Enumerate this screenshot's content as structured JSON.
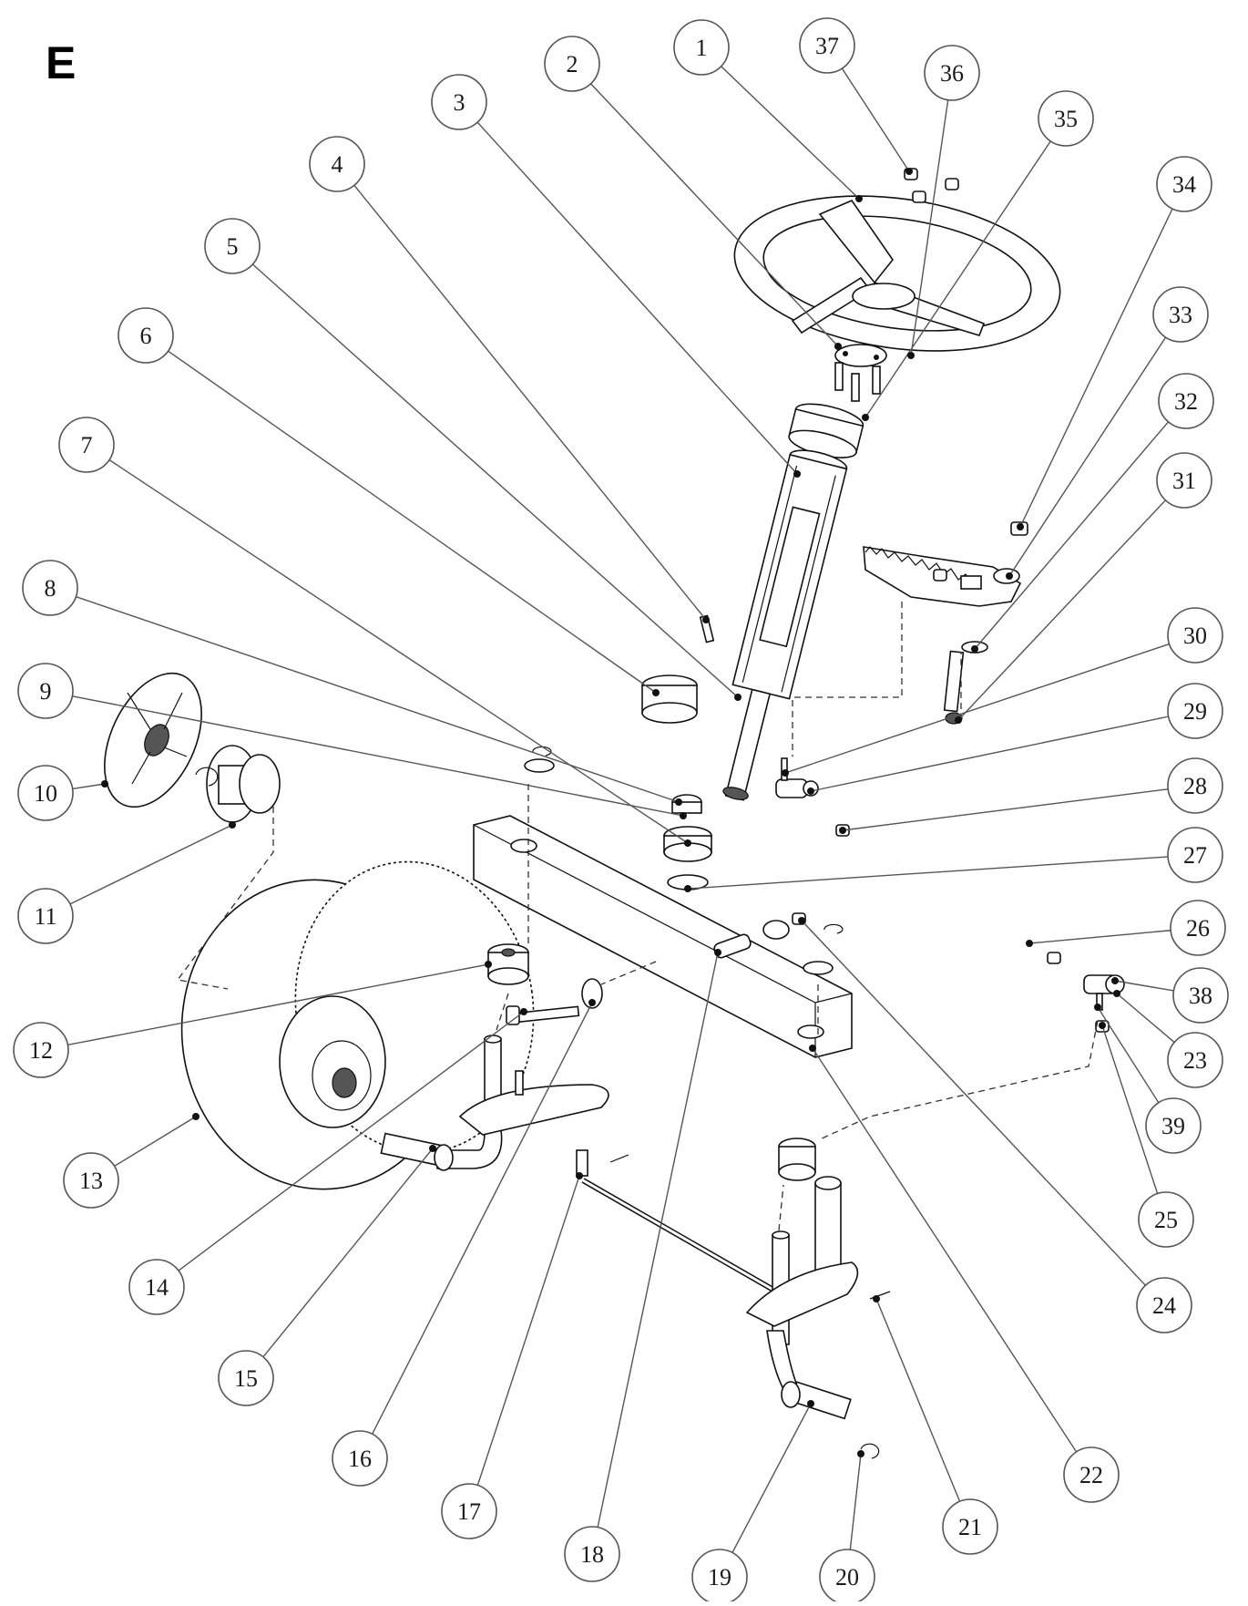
{
  "diagram": {
    "section_label": "E",
    "callouts": [
      {
        "id": "1",
        "label": "1"
      },
      {
        "id": "2",
        "label": "2"
      },
      {
        "id": "3",
        "label": "3"
      },
      {
        "id": "4",
        "label": "4"
      },
      {
        "id": "5",
        "label": "5"
      },
      {
        "id": "6",
        "label": "6"
      },
      {
        "id": "7",
        "label": "7"
      },
      {
        "id": "8",
        "label": "8"
      },
      {
        "id": "9",
        "label": "9"
      },
      {
        "id": "10",
        "label": "10"
      },
      {
        "id": "11",
        "label": "11"
      },
      {
        "id": "12",
        "label": "12"
      },
      {
        "id": "13",
        "label": "13"
      },
      {
        "id": "14",
        "label": "14"
      },
      {
        "id": "15",
        "label": "15"
      },
      {
        "id": "16",
        "label": "16"
      },
      {
        "id": "17",
        "label": "17"
      },
      {
        "id": "18",
        "label": "18"
      },
      {
        "id": "19",
        "label": "19"
      },
      {
        "id": "20",
        "label": "20"
      },
      {
        "id": "21",
        "label": "21"
      },
      {
        "id": "22",
        "label": "22"
      },
      {
        "id": "23",
        "label": "23"
      },
      {
        "id": "24",
        "label": "24"
      },
      {
        "id": "25",
        "label": "25"
      },
      {
        "id": "26",
        "label": "26"
      },
      {
        "id": "27",
        "label": "27"
      },
      {
        "id": "28",
        "label": "28"
      },
      {
        "id": "29",
        "label": "29"
      },
      {
        "id": "30",
        "label": "30"
      },
      {
        "id": "31",
        "label": "31"
      },
      {
        "id": "32",
        "label": "32"
      },
      {
        "id": "33",
        "label": "33"
      },
      {
        "id": "34",
        "label": "34"
      },
      {
        "id": "35",
        "label": "35"
      },
      {
        "id": "36",
        "label": "36"
      },
      {
        "id": "37",
        "label": "37"
      },
      {
        "id": "38",
        "label": "38"
      },
      {
        "id": "39",
        "label": "39"
      }
    ]
  }
}
